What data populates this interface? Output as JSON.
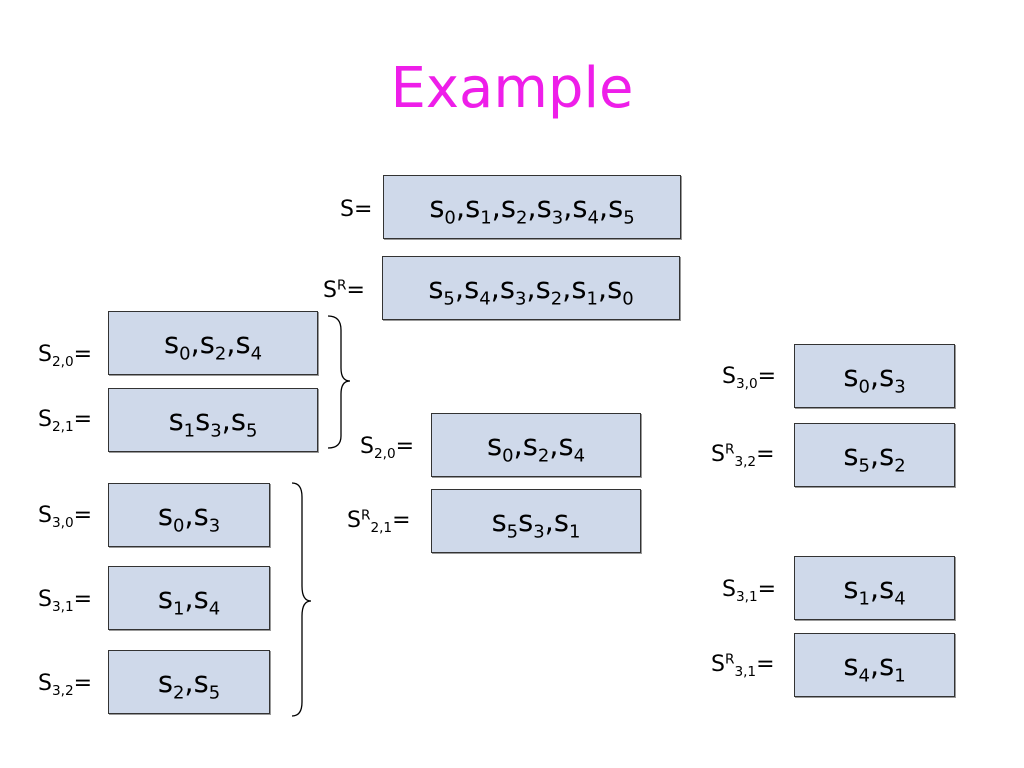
{
  "title": "Example",
  "rows": [
    {
      "id": "s",
      "label": {
        "base": "S",
        "sup": "",
        "sub": ""
      },
      "eq": "=",
      "items": [
        "0",
        "1",
        "2",
        "3",
        "4",
        "5"
      ]
    },
    {
      "id": "sr",
      "label": {
        "base": "S",
        "sup": "R",
        "sub": ""
      },
      "eq": "=",
      "items": [
        "5",
        "4",
        "3",
        "2",
        "1",
        "0"
      ]
    },
    {
      "id": "l-s20",
      "label": {
        "base": "S",
        "sup": "",
        "sub": "2,0"
      },
      "eq": "=",
      "items": [
        "0",
        "2",
        "4"
      ]
    },
    {
      "id": "l-s21",
      "label": {
        "base": "S",
        "sup": "",
        "sub": "2,1"
      },
      "eq": "=",
      "items": [
        "1",
        "3",
        "5"
      ],
      "missing_comma_after": [
        0
      ]
    },
    {
      "id": "l-s30",
      "label": {
        "base": "S",
        "sup": "",
        "sub": "3,0"
      },
      "eq": "=",
      "items": [
        "0",
        "3"
      ]
    },
    {
      "id": "l-s31",
      "label": {
        "base": "S",
        "sup": "",
        "sub": "3,1"
      },
      "eq": "=",
      "items": [
        "1",
        "4"
      ]
    },
    {
      "id": "l-s32",
      "label": {
        "base": "S",
        "sup": "",
        "sub": "3,2"
      },
      "eq": "=",
      "items": [
        "2",
        "5"
      ]
    },
    {
      "id": "m-s20",
      "label": {
        "base": "S",
        "sup": "",
        "sub": "2,0"
      },
      "eq": "=",
      "items": [
        "0",
        "2",
        "4"
      ]
    },
    {
      "id": "m-sr21",
      "label": {
        "base": "S",
        "sup": "R",
        "sub": "2,1"
      },
      "eq": "=",
      "items": [
        "5",
        "3",
        "1"
      ],
      "missing_comma_after": [
        0
      ]
    },
    {
      "id": "r-s30",
      "label": {
        "base": "S",
        "sup": "",
        "sub": "3,0"
      },
      "eq": "=",
      "items": [
        "0",
        "3"
      ]
    },
    {
      "id": "r-sr32",
      "label": {
        "base": "S",
        "sup": "R",
        "sub": "3,2"
      },
      "eq": "=",
      "items": [
        "5",
        "2"
      ]
    },
    {
      "id": "r-s31",
      "label": {
        "base": "S",
        "sup": "",
        "sub": "3,1"
      },
      "eq": "=",
      "items": [
        "1",
        "4"
      ]
    },
    {
      "id": "r-sr31",
      "label": {
        "base": "S",
        "sup": "R",
        "sub": "3,1"
      },
      "eq": "=",
      "items": [
        "4",
        "1"
      ]
    }
  ],
  "element_symbol": "s"
}
